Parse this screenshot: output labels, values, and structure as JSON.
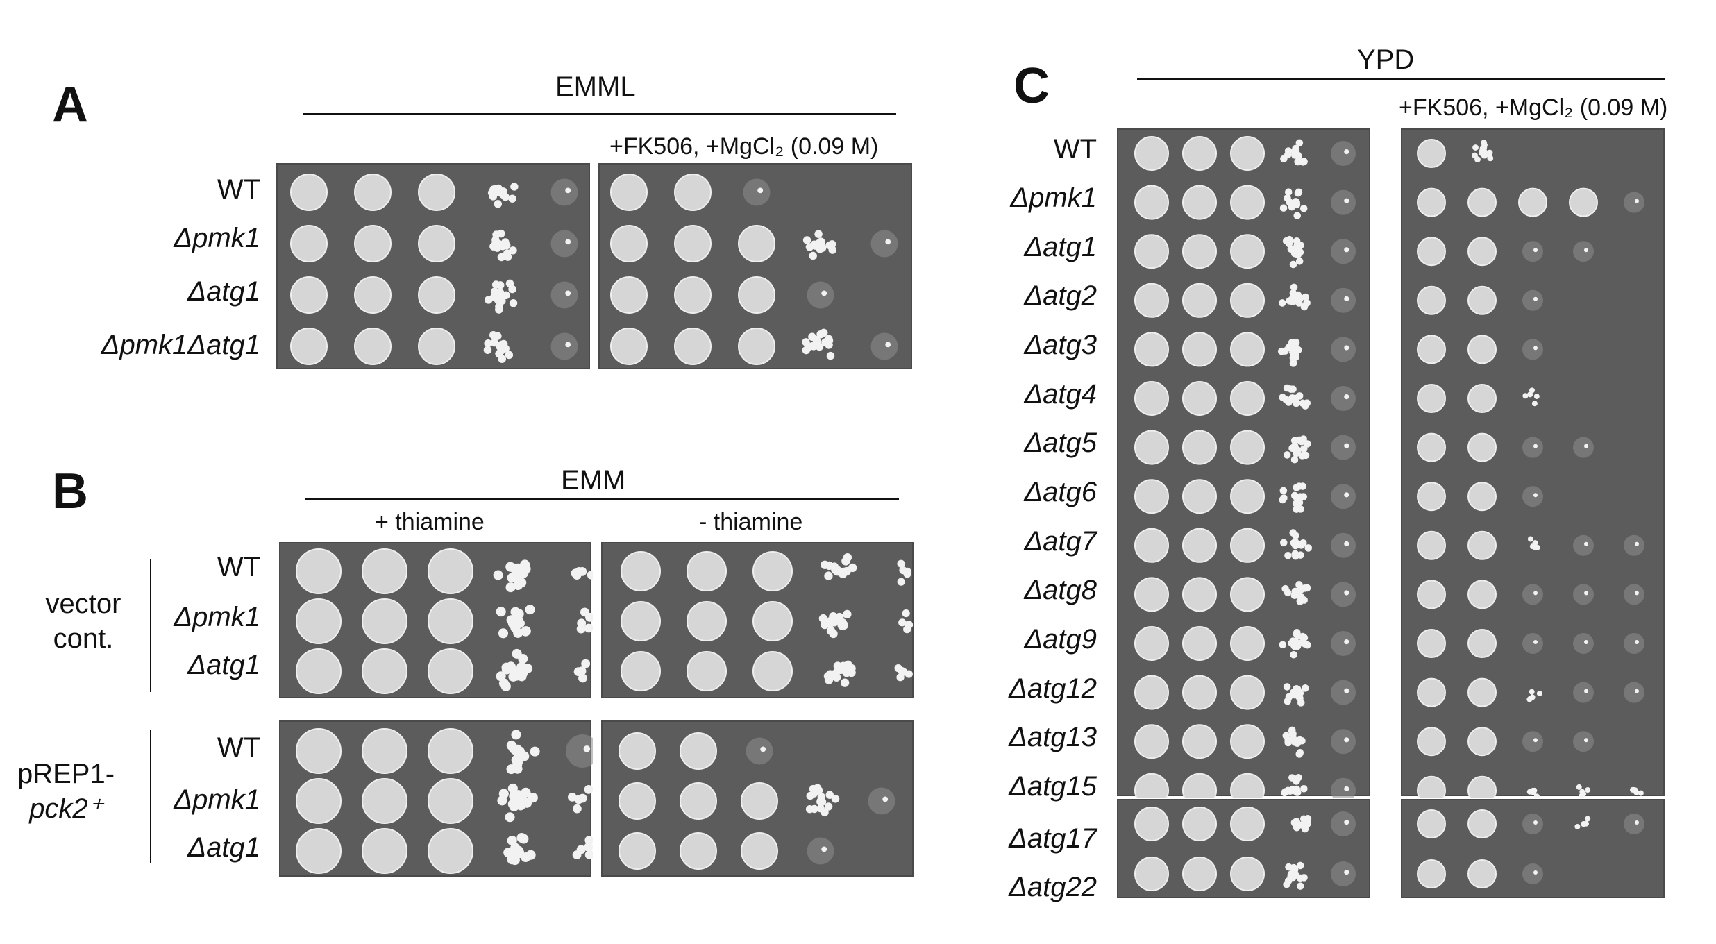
{
  "panels": {
    "A": {
      "letter": "A",
      "medium": "EMML",
      "condition_right": "+FK506, +MgCl₂ (0.09 M)",
      "strains": [
        "WT",
        "Δpmk1",
        "Δatg1",
        "Δpmk1Δatg1"
      ]
    },
    "B": {
      "letter": "B",
      "medium": "EMM",
      "condition_left": "+ thiamine",
      "condition_right": "- thiamine",
      "group1_label_line1": "vector",
      "group1_label_line2": "cont.",
      "group2_label_line1": "pREP1-",
      "group2_label_line2": "pck2⁺",
      "strains_group1": [
        "WT",
        "Δpmk1",
        "Δatg1"
      ],
      "strains_group2": [
        "WT",
        "Δpmk1",
        "Δatg1"
      ]
    },
    "C": {
      "letter": "C",
      "medium": "YPD",
      "condition_right": "+FK506, +MgCl₂ (0.09 M)",
      "strains": [
        "WT",
        "Δpmk1",
        "Δatg1",
        "Δatg2",
        "Δatg3",
        "Δatg4",
        "Δatg5",
        "Δatg6",
        "Δatg7",
        "Δatg8",
        "Δatg9",
        "Δatg12",
        "Δatg13",
        "Δatg15",
        "Δatg17",
        "Δatg22"
      ]
    }
  },
  "growth": {
    "A_left": [
      [
        5,
        5,
        4,
        3,
        1
      ],
      [
        5,
        5,
        4,
        3,
        1
      ],
      [
        5,
        5,
        4,
        3,
        1
      ],
      [
        5,
        5,
        4,
        3,
        1
      ]
    ],
    "A_right": [
      [
        5,
        4,
        1,
        0,
        0
      ],
      [
        5,
        5,
        4,
        3,
        1
      ],
      [
        5,
        5,
        4,
        1,
        0
      ],
      [
        5,
        5,
        4,
        3,
        1
      ]
    ],
    "B1_left": [
      [
        5,
        5,
        4,
        3,
        2
      ],
      [
        5,
        5,
        4,
        3,
        2
      ],
      [
        5,
        5,
        4,
        3,
        2
      ]
    ],
    "B1_right": [
      [
        5,
        5,
        4,
        3,
        2
      ],
      [
        5,
        5,
        4,
        3,
        2
      ],
      [
        5,
        5,
        4,
        3,
        2
      ]
    ],
    "B2_left": [
      [
        5,
        5,
        4,
        3,
        1
      ],
      [
        5,
        5,
        4,
        3,
        2
      ],
      [
        5,
        5,
        4,
        3,
        2
      ]
    ],
    "B2_right": [
      [
        5,
        4,
        1,
        0,
        0
      ],
      [
        5,
        5,
        4,
        3,
        1
      ],
      [
        5,
        5,
        4,
        1,
        0
      ]
    ],
    "C_left": [
      [
        5,
        5,
        4,
        3,
        1
      ],
      [
        5,
        5,
        4,
        3,
        1
      ],
      [
        5,
        5,
        4,
        3,
        1
      ],
      [
        5,
        5,
        4,
        3,
        1
      ],
      [
        5,
        5,
        4,
        3,
        1
      ],
      [
        5,
        5,
        4,
        3,
        1
      ],
      [
        5,
        5,
        4,
        3,
        1
      ],
      [
        5,
        5,
        4,
        3,
        1
      ],
      [
        5,
        5,
        4,
        3,
        1
      ],
      [
        5,
        5,
        4,
        3,
        1
      ],
      [
        5,
        5,
        4,
        3,
        1
      ],
      [
        5,
        5,
        4,
        3,
        1
      ],
      [
        5,
        5,
        4,
        3,
        1
      ],
      [
        5,
        5,
        4,
        3,
        1
      ],
      [
        5,
        5,
        4,
        3,
        1
      ],
      [
        5,
        5,
        4,
        3,
        1
      ]
    ],
    "C_right": [
      [
        5,
        3,
        0,
        0,
        0
      ],
      [
        5,
        5,
        5,
        4,
        1
      ],
      [
        5,
        4,
        1,
        1,
        0
      ],
      [
        5,
        4,
        1,
        0,
        0
      ],
      [
        5,
        4,
        1,
        0,
        0
      ],
      [
        5,
        4,
        2,
        0,
        0
      ],
      [
        5,
        4,
        1,
        1,
        0
      ],
      [
        5,
        4,
        1,
        0,
        0
      ],
      [
        5,
        4,
        2,
        1,
        1
      ],
      [
        5,
        4,
        1,
        1,
        1
      ],
      [
        5,
        4,
        1,
        1,
        1
      ],
      [
        5,
        4,
        2,
        1,
        1
      ],
      [
        5,
        4,
        1,
        1,
        0
      ],
      [
        5,
        4,
        2,
        2,
        2
      ],
      [
        5,
        4,
        1,
        2,
        1
      ],
      [
        5,
        4,
        1,
        0,
        0
      ]
    ]
  },
  "colors": {
    "plate_bg": "#5c5c5c",
    "spot": "#d6d6d6",
    "spot_edge": "#eeeeee",
    "colony": "#f2f2f2",
    "faint": "#8e8e8e"
  }
}
